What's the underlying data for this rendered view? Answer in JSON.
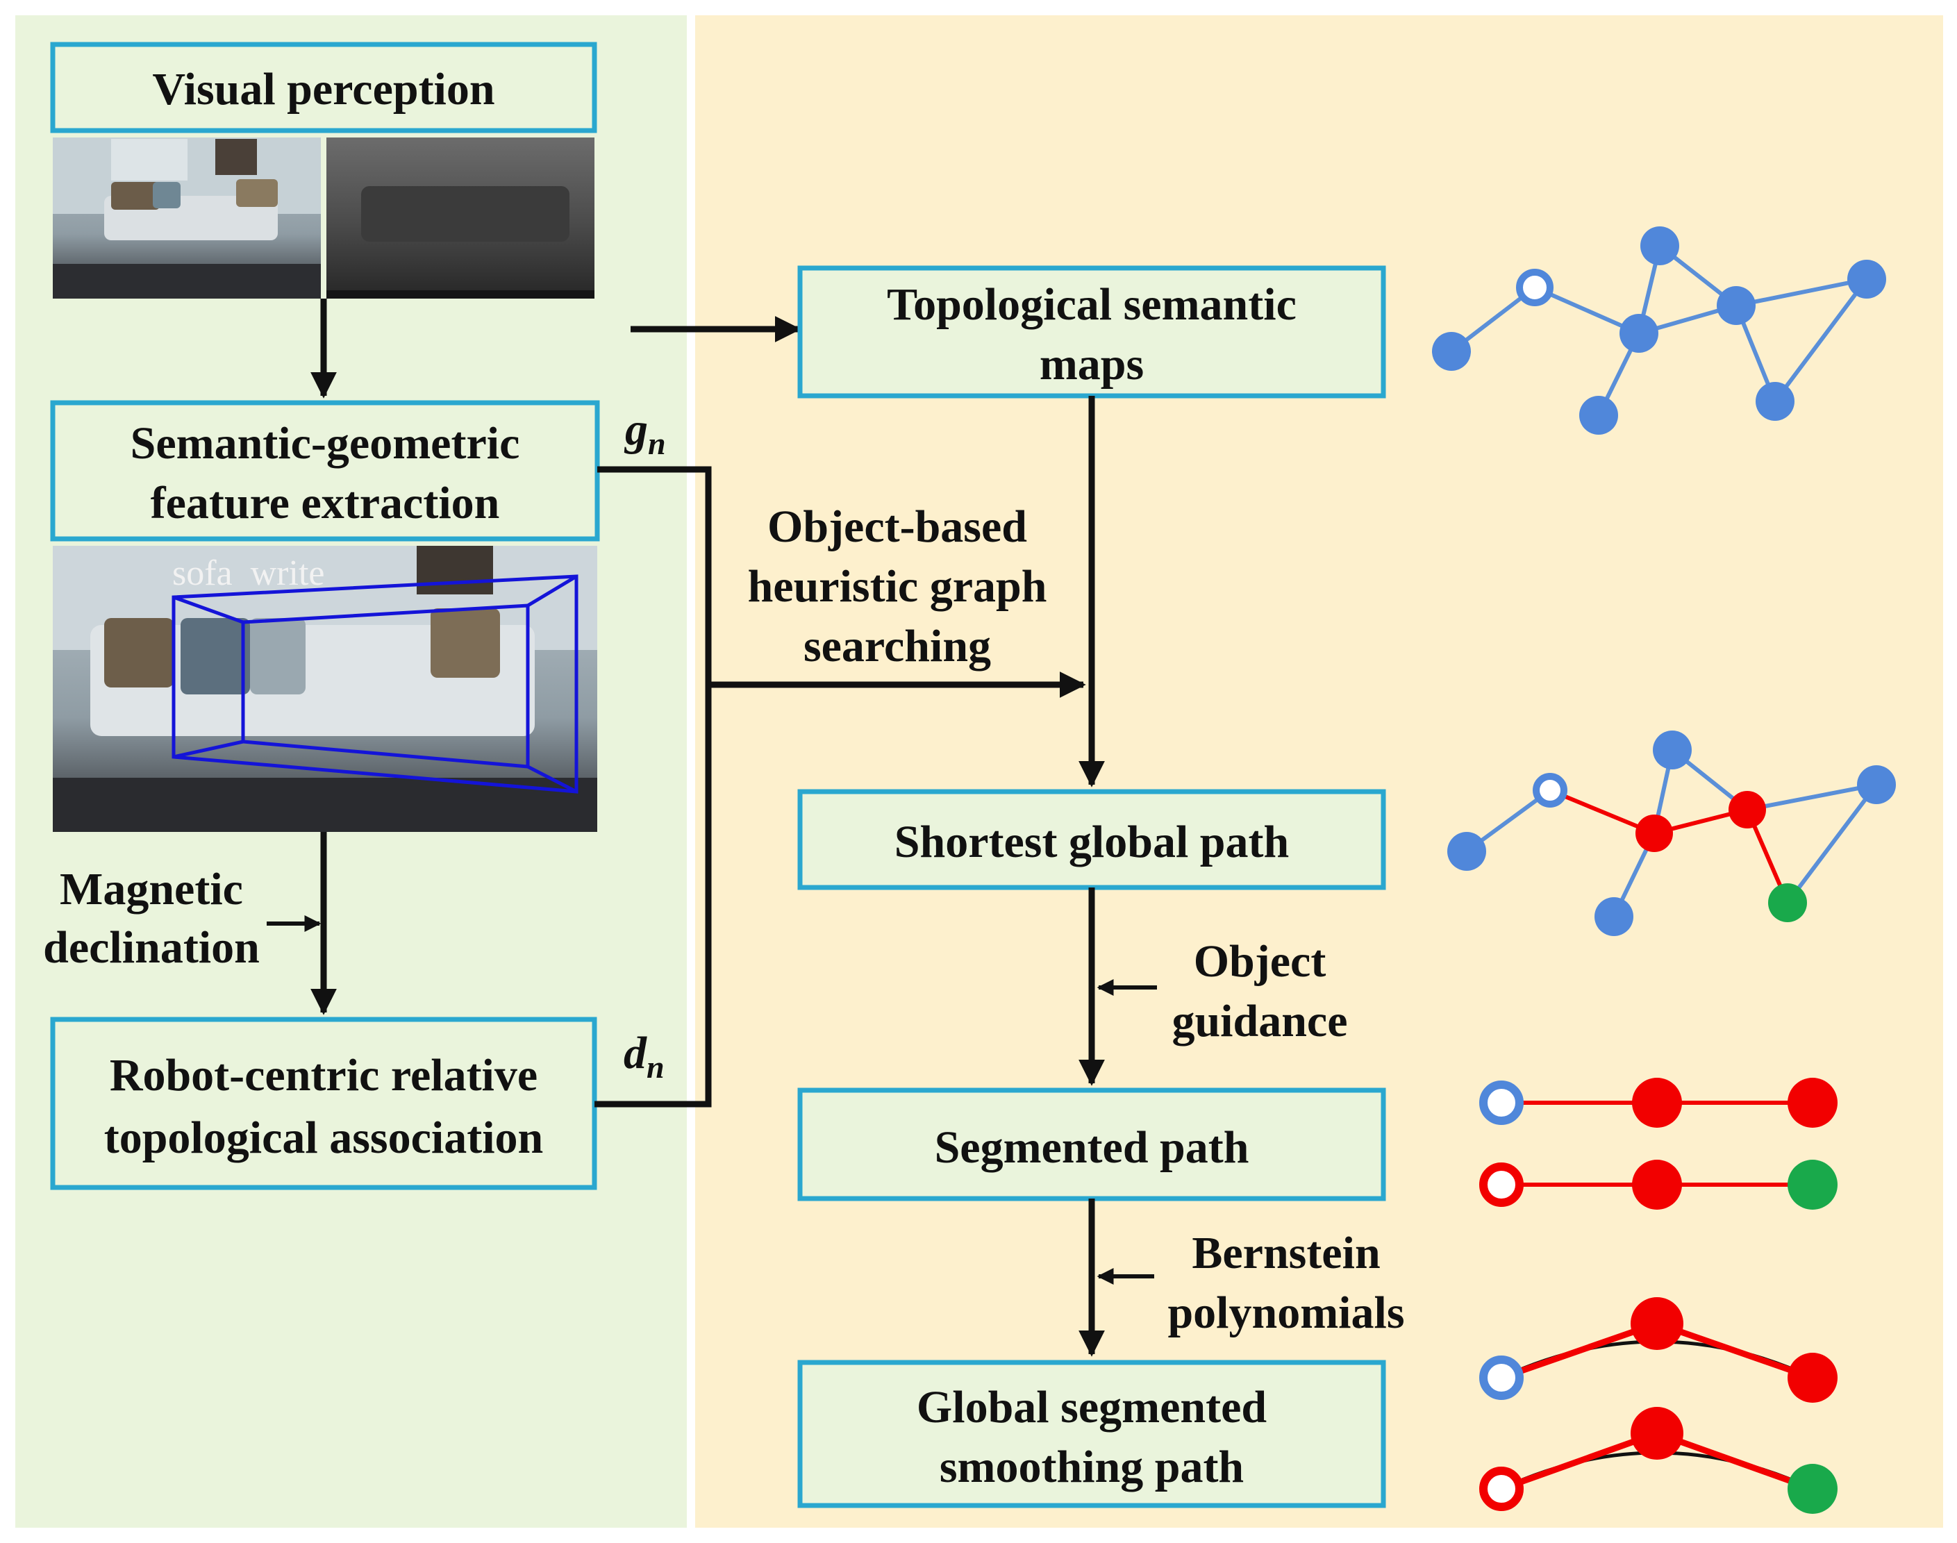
{
  "colors": {
    "left_panel": "#eaf4dc",
    "right_panel": "#fdf0cd",
    "box_border": "#2aa7cf",
    "box_fill": "#eaf4dc",
    "arrow": "#111111",
    "node_blue": "#5087da",
    "node_red": "#f20000",
    "node_green": "#19a94b",
    "edge_blue": "#5a8fd8",
    "edge_red": "#f20000"
  },
  "boxes": {
    "visual_perception": [
      "Visual perception"
    ],
    "feature_extraction": [
      "Semantic-geometric",
      "feature extraction"
    ],
    "topological_association": [
      "Robot-centric relative",
      "topological association"
    ],
    "topological_maps": [
      "Topological semantic",
      "maps"
    ],
    "shortest_path": [
      "Shortest global path"
    ],
    "segmented_path": [
      "Segmented path"
    ],
    "smoothing_path": [
      "Global segmented",
      "smoothing path"
    ]
  },
  "labels": {
    "g_n_base": "g",
    "g_n_sub": "n",
    "d_n_base": "d",
    "d_n_sub": "n",
    "magnetic": [
      "Magnetic",
      "declination"
    ],
    "heuristic": [
      "Object-based",
      "heuristic graph",
      "searching"
    ],
    "object_guidance": [
      "Object",
      "guidance"
    ],
    "bernstein": [
      "Bernstein",
      "polynomials"
    ],
    "detection_label": "sofa  write"
  }
}
